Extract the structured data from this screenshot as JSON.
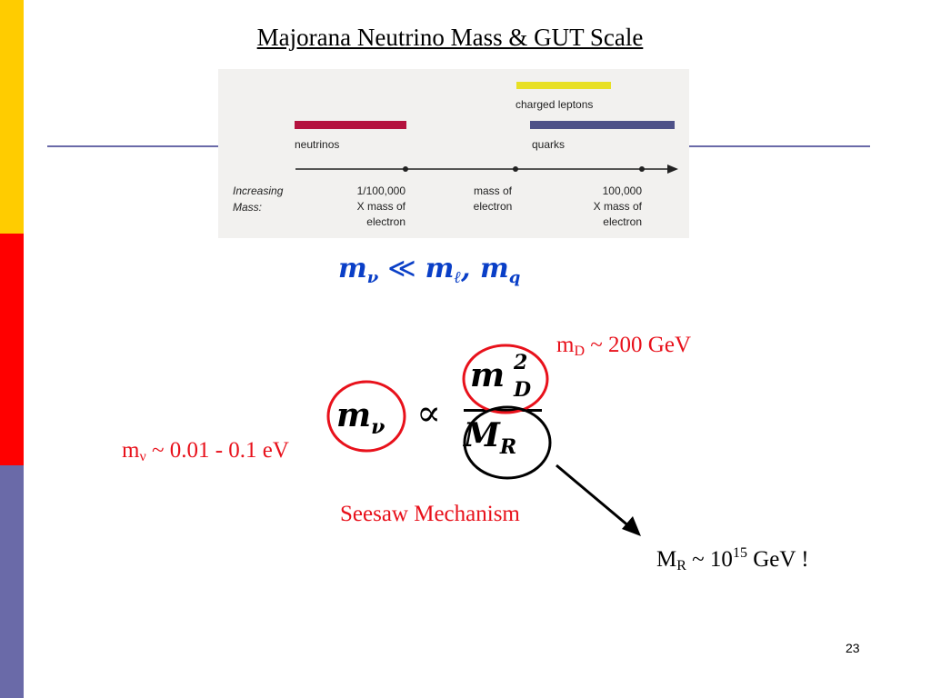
{
  "colors": {
    "sidebar_top": "#ffcc00",
    "sidebar_middle": "#ff0000",
    "sidebar_bottom": "#6a6aa8",
    "title_rule": "#6a6aa8",
    "emphasis_red": "#e8111b",
    "equation_blue": "#0a3fc7",
    "neutrinos_bar": "#b4123e",
    "charged_leptons_bar": "#e8e024",
    "quarks_bar": "#4e5188"
  },
  "slide": {
    "title": "Majorana Neutrino Mass & GUT Scale",
    "page_number": "23"
  },
  "figure": {
    "bars": {
      "neutrinos": "neutrinos",
      "charged_leptons": "charged leptons",
      "quarks": "quarks"
    },
    "axis_label_line1": "Increasing",
    "axis_label_line2": "Mass:",
    "ticks": {
      "left_line1": "1/100,000",
      "left_line2": "X mass of",
      "left_line3": "electron",
      "mid_line1": "mass of",
      "mid_line2": "electron",
      "right_line1": "100,000",
      "right_line2": "X mass of",
      "right_line3": "electron"
    }
  },
  "equation1": {
    "lhs": "m",
    "lhs_sub": "ν",
    "relation": "≪",
    "rhs1": "m",
    "rhs1_sub": "ℓ",
    "comma": ",",
    "rhs2": "m",
    "rhs2_sub": "q"
  },
  "equation2": {
    "lhs": "m",
    "lhs_sub": "ν",
    "relation": "∝",
    "numerator": "m",
    "numerator_sup": "2",
    "numerator_sub": "D",
    "denominator": "M",
    "denominator_sub": "R"
  },
  "labels": {
    "md_prefix": "m",
    "md_sub": "D",
    "md_value": " ~ 200 GeV",
    "mnu_prefix": "m",
    "mnu_sub": "ν",
    "mnu_value": " ~ 0.01 - 0.1 eV",
    "seesaw": "Seesaw Mechanism",
    "mr_prefix": "M",
    "mr_sub": "R",
    "mr_value_a": " ~ 10",
    "mr_exp": "15",
    "mr_value_b": " GeV !"
  }
}
